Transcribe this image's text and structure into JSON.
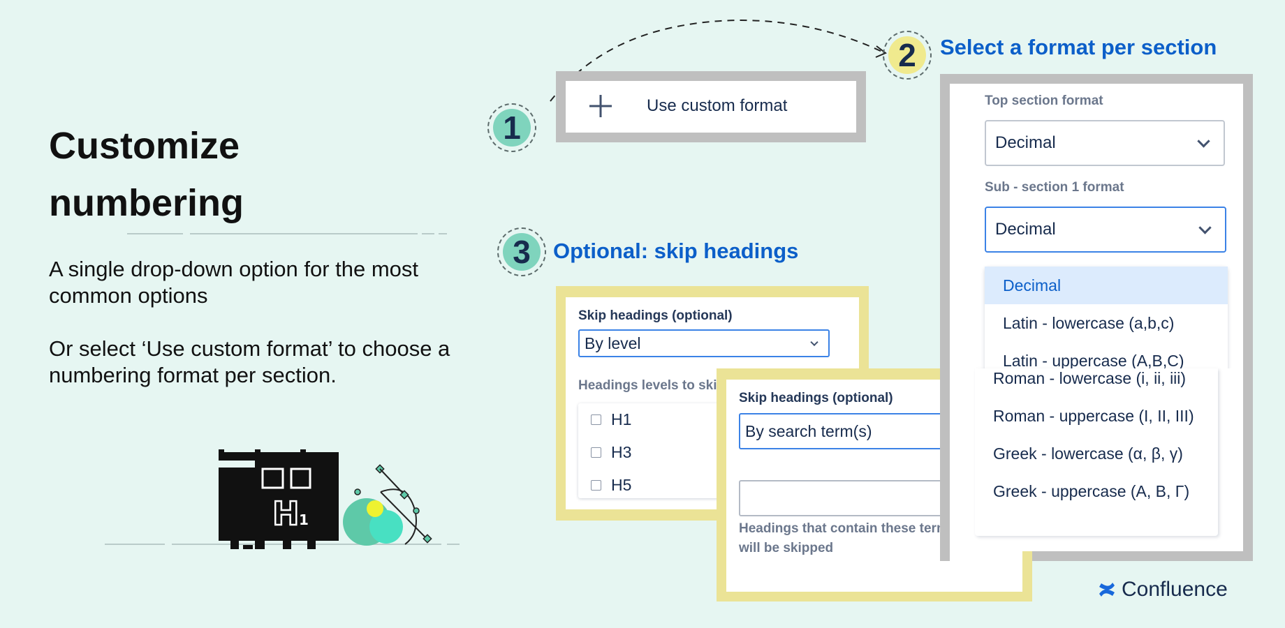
{
  "left": {
    "title_line1": "Customize",
    "title_line2": "numbering",
    "paragraph1": "A single drop-down option for the most common options",
    "paragraph2": "Or select ‘Use custom format’ to choose a numbering format per section."
  },
  "step1": {
    "number": "1",
    "button_label": "Use custom format",
    "icon": "plus-icon"
  },
  "step2": {
    "number": "2",
    "heading": "Select a format per section",
    "top_label": "Top section format",
    "top_value": "Decimal",
    "sub_label": "Sub - section 1 format",
    "sub_value": "Decimal",
    "options": [
      "Decimal",
      "Latin - lowercase (a,b,c)",
      "Latin - uppercase (A,B,C)",
      "Roman - lowercase (i, ii, iii)",
      "Roman - uppercase (I, II, III)",
      "Greek - lowercase (α, β, γ)",
      "Greek - uppercase (Α, Β, Γ)"
    ],
    "selected_option": "Decimal"
  },
  "step3": {
    "number": "3",
    "heading": "Optional: skip headings",
    "card1": {
      "label": "Skip headings (optional)",
      "value": "By level",
      "levels_label": "Headings levels to skip",
      "levels": [
        "H1",
        "H3",
        "H5"
      ]
    },
    "card2": {
      "label": "Skip headings (optional)",
      "value": "By search term(s)",
      "help_line1": "Headings that contain these terms",
      "help_line2": "will be skipped"
    }
  },
  "illustration": {
    "badge_text": "H",
    "badge_sub": "1"
  },
  "brand": {
    "name": "Confluence",
    "logo": "confluence-logo-icon"
  },
  "colors": {
    "background": "#e6f6f2",
    "accent_blue": "#0c5fc9",
    "badge_green": "#7fd4bd",
    "badge_yellow": "#f0ea8e",
    "frame_grey": "#bfbfbf",
    "frame_yellow": "#ebe396"
  }
}
